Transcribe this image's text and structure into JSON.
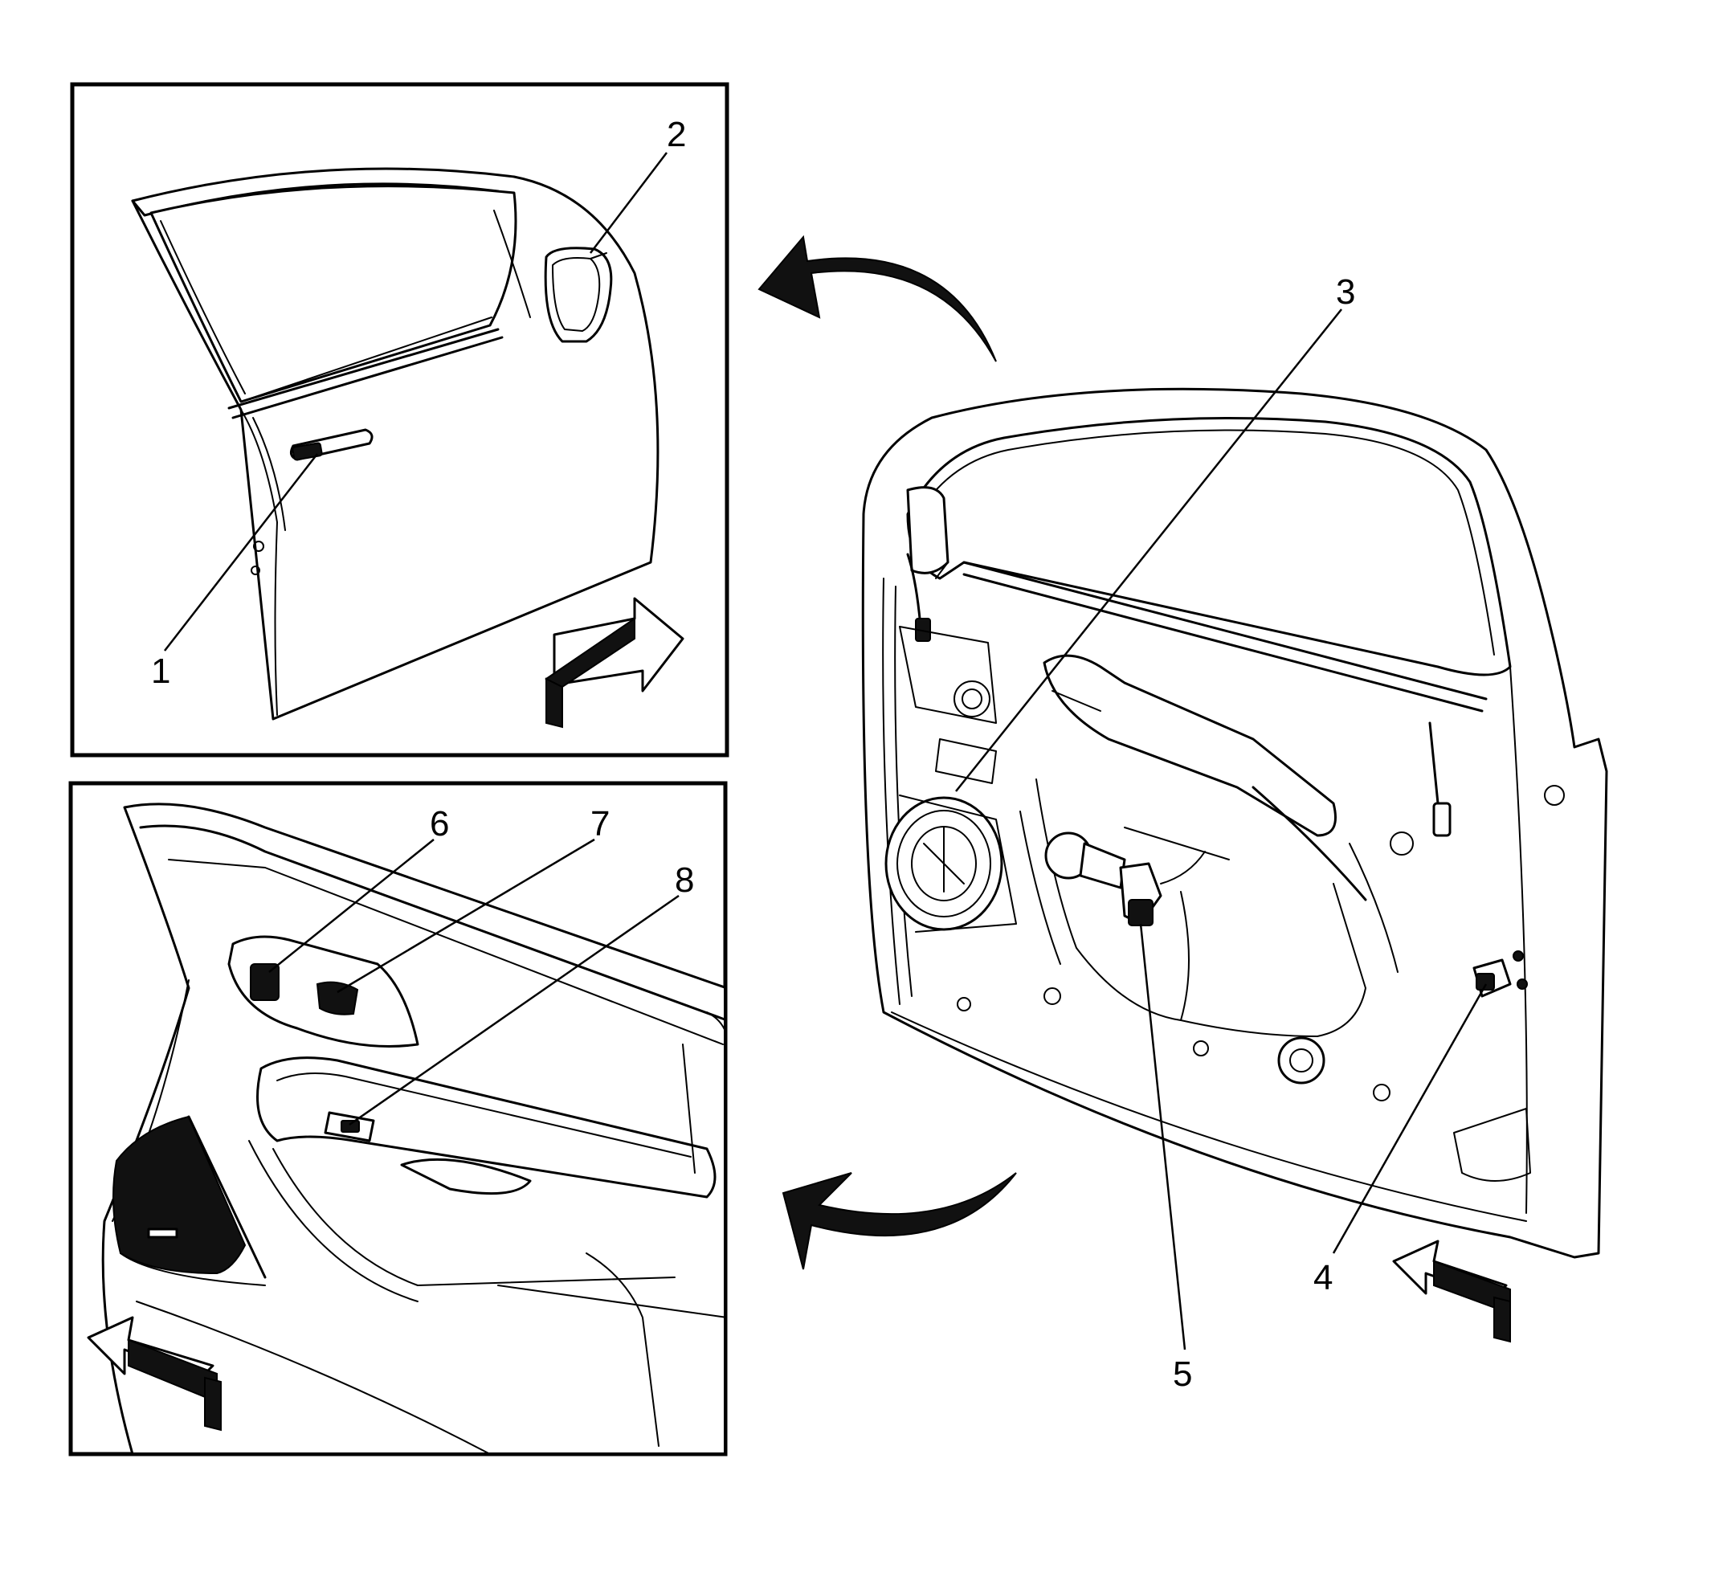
{
  "callouts": [
    {
      "id": "1",
      "label": "1"
    },
    {
      "id": "2",
      "label": "2"
    },
    {
      "id": "3",
      "label": "3"
    },
    {
      "id": "4",
      "label": "4"
    },
    {
      "id": "5",
      "label": "5"
    },
    {
      "id": "6",
      "label": "6"
    },
    {
      "id": "7",
      "label": "7"
    },
    {
      "id": "8",
      "label": "8"
    }
  ],
  "colors": {
    "line": "#000000",
    "background": "#ffffff"
  },
  "icons": [
    "curved-arrow-icon",
    "view-direction-arrow-icon"
  ]
}
